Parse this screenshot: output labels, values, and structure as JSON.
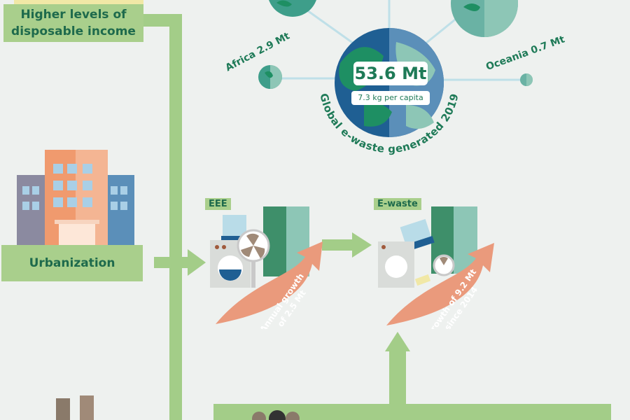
{
  "drivers": {
    "income_label": "Higher levels of disposable income",
    "urbanization_label": "Urbanization"
  },
  "globe": {
    "value": "53.6 Mt",
    "per_capita": "7.3 kg per capita",
    "caption": "Global e-waste generated 2019"
  },
  "regions": [
    {
      "label": "Africa 2.9 Mt"
    },
    {
      "label": "Oceania 0.7 Mt"
    }
  ],
  "stages": {
    "eee_label": "EEE",
    "ewaste_label": "E-waste",
    "eee_growth_line1": "Annual growth",
    "eee_growth_line2": "of 2.5 Mt",
    "ewaste_growth_line1": "Growth of 9.2 Mt",
    "ewaste_growth_line2": "since 2014"
  },
  "colors": {
    "label_bg": "#a9cf8c",
    "label_text": "#1e6a4c",
    "pipe": "#a3cd88",
    "growth_arrow": "#ea9a7c",
    "globe_land": "#1e8f63",
    "globe_sea": "#1f5f93",
    "globe_light": "#8dc6b6"
  }
}
